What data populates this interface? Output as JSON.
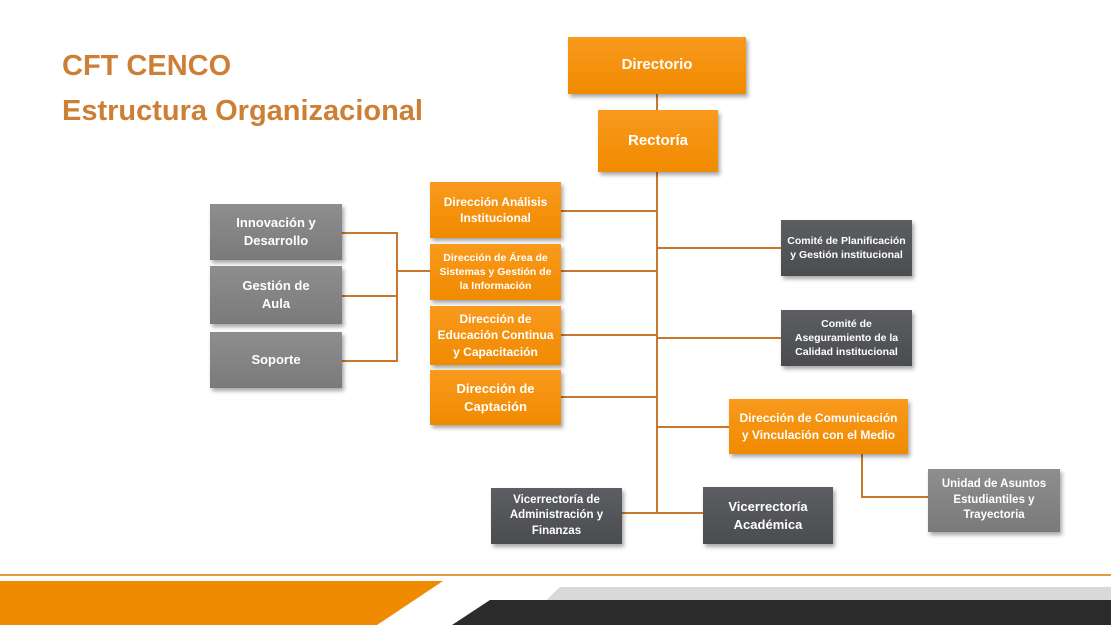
{
  "title": {
    "line1": "CFT CENCO",
    "line2": "Estructura Organizacional"
  },
  "nodes": {
    "directorio": "Directorio",
    "rectoria": "Rectoría",
    "dir_analisis": "Dirección Análisis Institucional",
    "dir_sistemas": "Dirección de Área de Sistemas y Gestión de la Información",
    "dir_educacion": "Dirección de Educación Continua y Capacitación",
    "dir_captacion": "Dirección de Captación",
    "innovacion": "Innovación y Desarrollo",
    "gestion_aula": "Gestión de Aula",
    "soporte": "Soporte",
    "comite_planificacion": "Comité de Planificación y Gestión institucional",
    "comite_aseguramiento": "Comité de Aseguramiento de la Calidad institucional",
    "dir_comunicacion": "Dirección de Comunicación y Vinculación con el Medio",
    "unidad_asuntos": "Unidad de Asuntos Estudiantiles y Trayectoria",
    "vice_administracion": "Vicerrectoría de Administración y Finanzas",
    "vice_academica": "Vicerrectoría Académica"
  },
  "colors": {
    "accent": "#f08a00",
    "title": "#cd7f35",
    "line": "#c8782e",
    "gray": "#808080",
    "dark": "#505256"
  }
}
